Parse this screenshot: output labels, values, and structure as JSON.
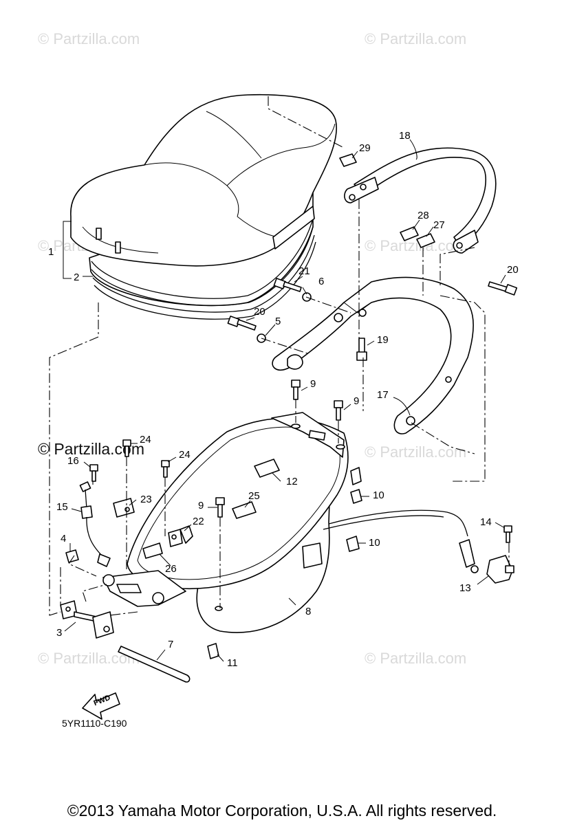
{
  "watermarks": {
    "faint": "© Partzilla.com",
    "strong": "© Partzilla.com"
  },
  "diagram_code": "5YR1110-C190",
  "fwd_label": "FWD",
  "copyright": "©2013 Yamaha Motor Corporation, U.S.A. All rights reserved.",
  "callouts": {
    "c1": "1",
    "c2": "2",
    "c3": "3",
    "c4": "4",
    "c5": "5",
    "c6": "6",
    "c7": "7",
    "c8": "8",
    "c9a": "9",
    "c9b": "9",
    "c9c": "9",
    "c10a": "10",
    "c10b": "10",
    "c11": "11",
    "c12": "12",
    "c13": "13",
    "c14": "14",
    "c15": "15",
    "c16": "16",
    "c17": "17",
    "c18": "18",
    "c19": "19",
    "c20a": "20",
    "c20b": "20",
    "c21": "21",
    "c22": "22",
    "c23": "23",
    "c24a": "24",
    "c24b": "24",
    "c25": "25",
    "c26": "26",
    "c27": "27",
    "c28": "28",
    "c29": "29"
  }
}
